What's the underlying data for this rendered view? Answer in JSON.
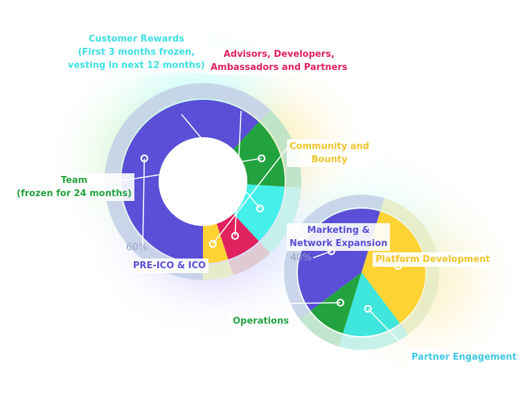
{
  "chart_data": [
    {
      "type": "pie",
      "style": "donut",
      "categories": [
        "PRE-ICO & ICO",
        "Team (frozen for 24 months)",
        "Customer Rewards (First 3 months frozen, vesting in next 12 months)",
        "Advisors, Developers, Ambassadors and Partners",
        "Community and Bounty"
      ],
      "values": [
        62,
        14,
        12,
        7,
        5
      ],
      "colors": [
        "#5a4fd6",
        "#23a33f",
        "#46f0ea",
        "#e0225e",
        "#ffd334"
      ],
      "data_labels": [
        "60%",
        "",
        "",
        "",
        ""
      ]
    },
    {
      "type": "pie",
      "categories": [
        "Marketing & Network Expansion",
        "Platform Development",
        "Partner Engagement",
        "Operations"
      ],
      "values": [
        40,
        35,
        15,
        10
      ],
      "colors": [
        "#5a4fd6",
        "#ffd334",
        "#3ee6dc",
        "#23a33f"
      ],
      "data_labels": [
        "40%",
        "",
        "",
        ""
      ]
    }
  ],
  "labels": {
    "customer_rewards": [
      "Customer Rewards",
      "(First 3 months frozen,",
      "vesting in next 12 months)"
    ],
    "advisors": [
      "Advisors, Developers,",
      "Ambassadors and Partners"
    ],
    "community": [
      "Community and",
      "Bounty"
    ],
    "team": [
      "Team",
      "(frozen for 24 months)"
    ],
    "pre_ico": "PRE-ICO & ICO",
    "pre_ico_pct": "60%",
    "marketing": [
      "Marketing &",
      "Network Expansion"
    ],
    "marketing_pct": "40%",
    "platform": "Platform Development",
    "operations": "Operations",
    "partner": "Partner Engagement"
  },
  "label_colors": {
    "customer_rewards": "#3fe0e6",
    "advisors": "#e0225e",
    "community": "#f2c52a",
    "team": "#23a33f",
    "pre_ico": "#5a4fd6",
    "marketing": "#5a4fd6",
    "platform": "#f2c52a",
    "operations": "#23a33f",
    "partner": "#3fc8e6"
  }
}
